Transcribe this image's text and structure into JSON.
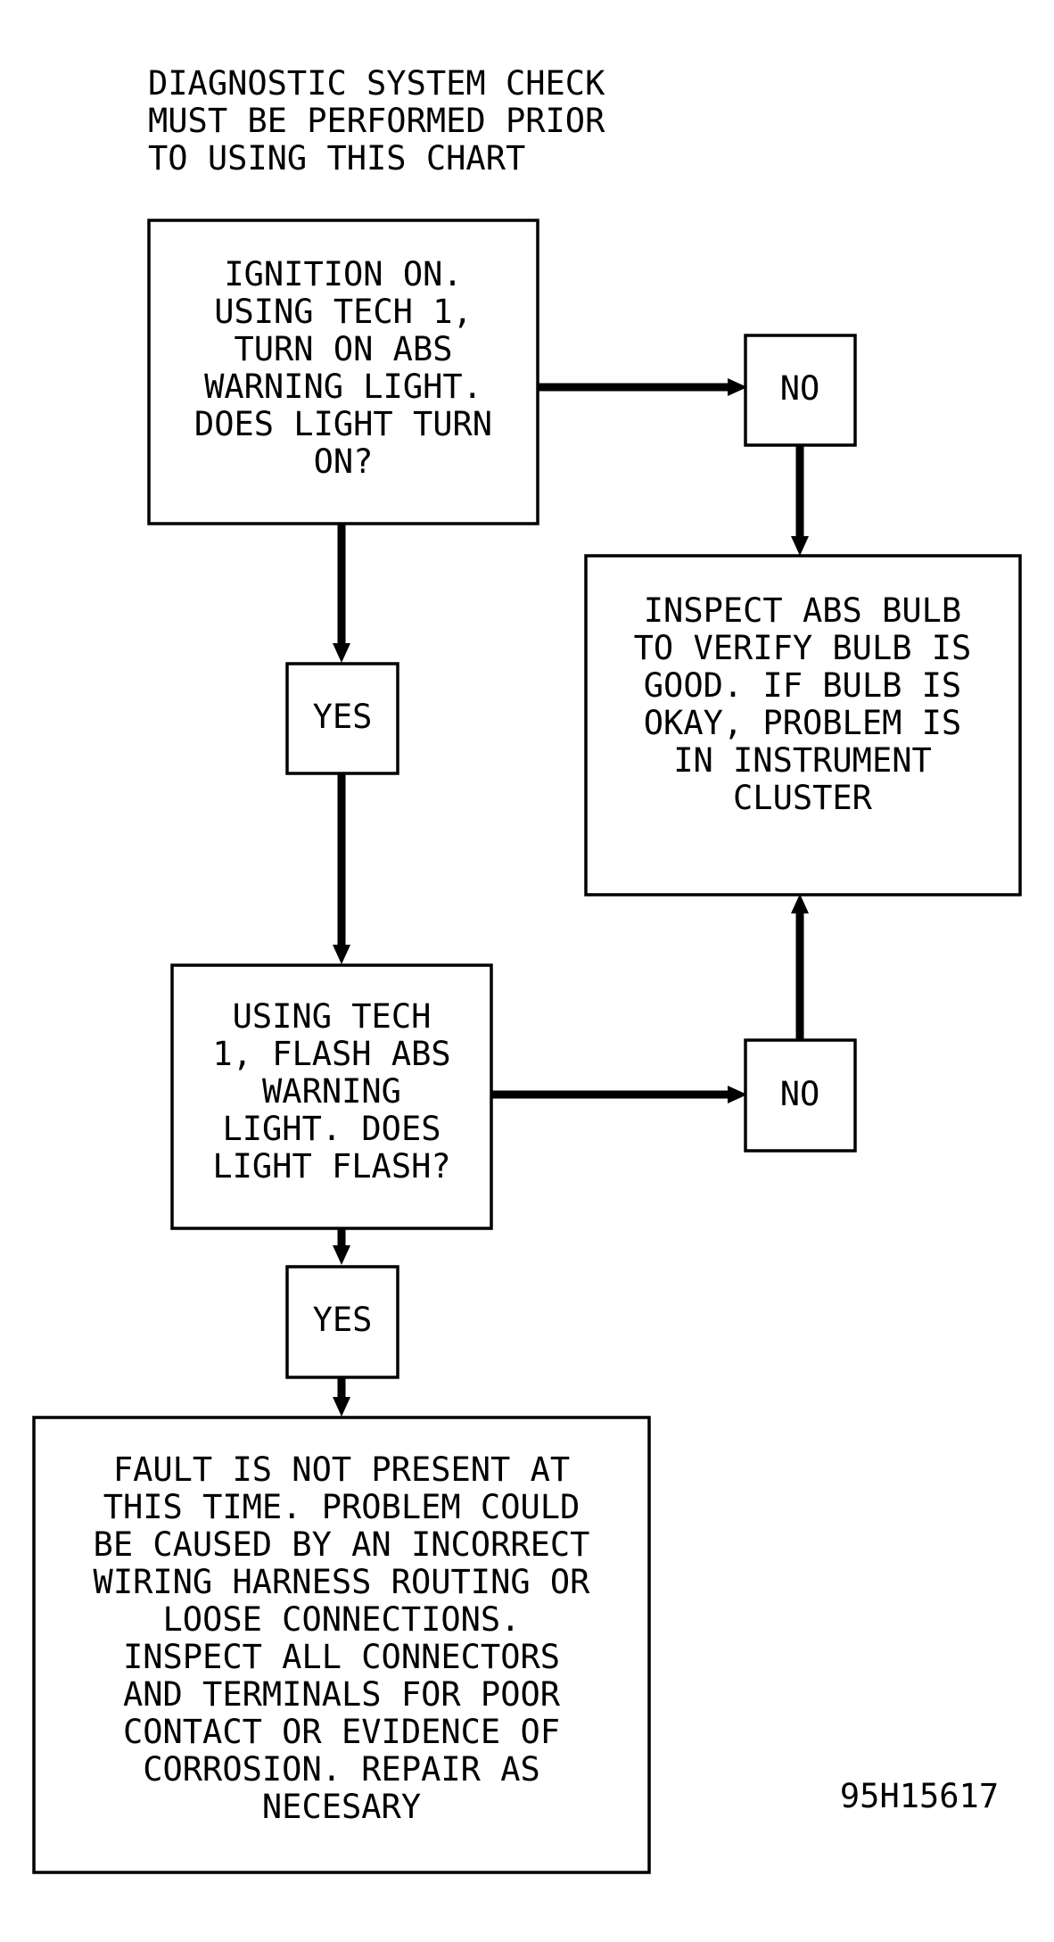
{
  "header_note": [
    "DIAGNOSTIC SYSTEM CHECK",
    "MUST BE PERFORMED PRIOR",
    "TO USING THIS CHART"
  ],
  "step1": [
    "IGNITION ON.",
    "USING TECH 1,",
    "TURN ON ABS",
    "WARNING LIGHT.",
    "DOES LIGHT TURN",
    "ON?"
  ],
  "no1": [
    "NO"
  ],
  "yes1": [
    "YES"
  ],
  "inspect_bulb": [
    "INSPECT ABS BULB",
    "TO VERIFY BULB IS",
    "GOOD. IF BULB IS",
    "OKAY, PROBLEM IS",
    "IN INSTRUMENT",
    "CLUSTER"
  ],
  "step2": [
    "USING TECH",
    "1, FLASH ABS",
    "WARNING",
    "LIGHT. DOES",
    "LIGHT FLASH?"
  ],
  "no2": [
    "NO"
  ],
  "yes2": [
    "YES"
  ],
  "fault": [
    "FAULT IS NOT PRESENT AT",
    "THIS TIME. PROBLEM COULD",
    "BE CAUSED BY AN INCORRECT",
    "WIRING HARNESS ROUTING OR",
    "LOOSE CONNECTIONS.",
    "INSPECT ALL CONNECTORS",
    "AND TERMINALS FOR POOR",
    "CONTACT OR EVIDENCE OF",
    "CORROSION. REPAIR AS",
    "NECESARY"
  ],
  "figure_id": "95H15617"
}
